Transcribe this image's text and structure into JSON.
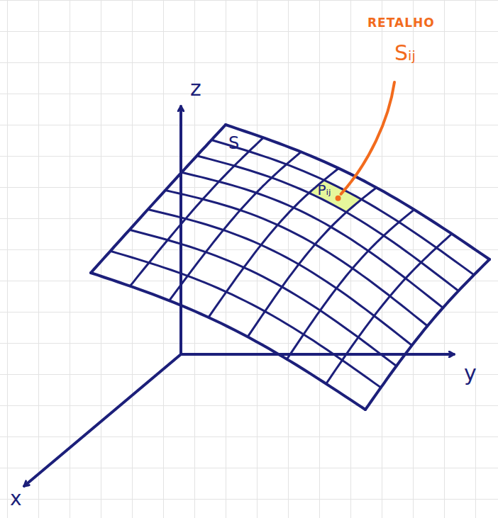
{
  "diagram": {
    "labels": [
      "z",
      "y",
      "x",
      "S",
      "RETALHO",
      "Sᵢⱼ",
      "Pᵢⱼ"
    ]
  }
}
